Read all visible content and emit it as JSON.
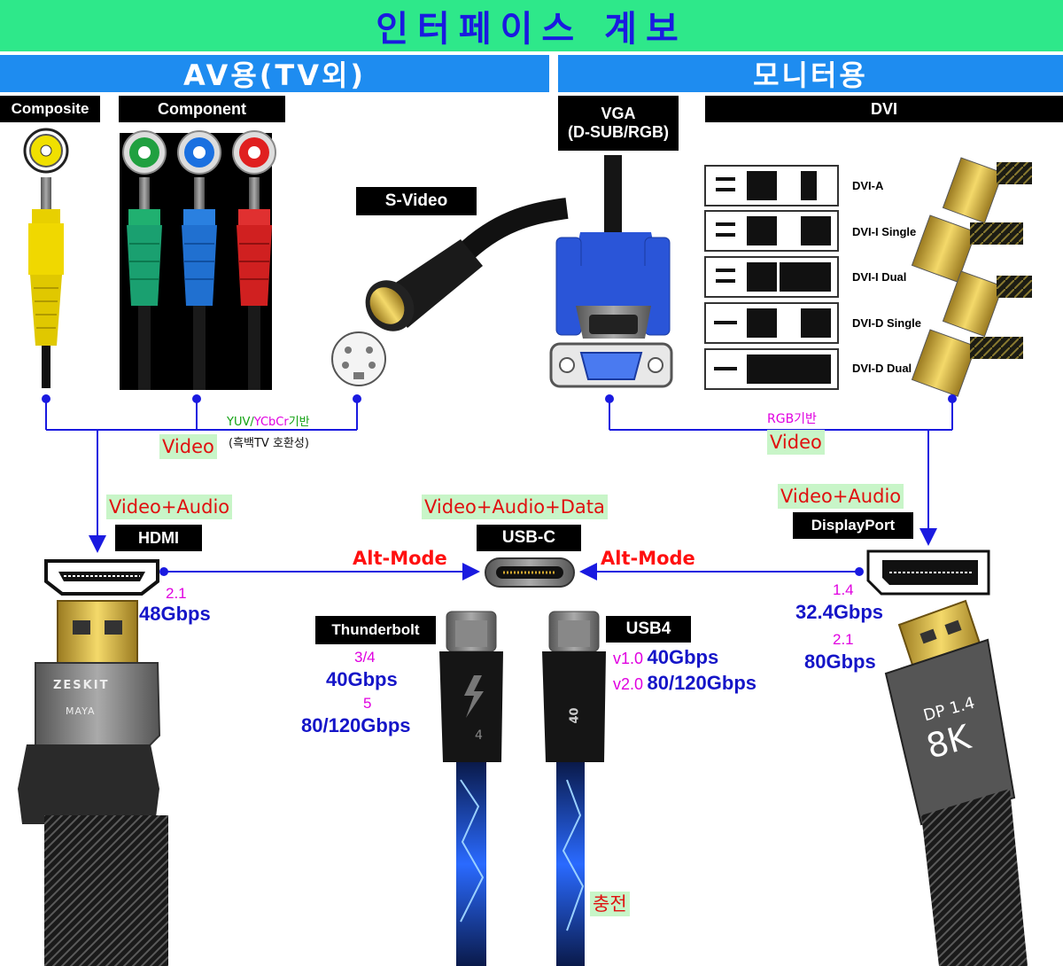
{
  "title": "인터페이스 계보",
  "sections": {
    "av": "AV용(TV외)",
    "monitor": "모니터용"
  },
  "labels": {
    "composite": "Composite",
    "component": "Component",
    "svideo": "S-Video",
    "vga": "VGA",
    "vga_sub": "(D-SUB/RGB)",
    "dvi": "DVI",
    "hdmi": "HDMI",
    "usbc": "USB-C",
    "displayport": "DisplayPort",
    "thunderbolt": "Thunderbolt",
    "usb4": "USB4"
  },
  "dvi_types": [
    "DVI-A",
    "DVI-I Single",
    "DVI-I Dual",
    "DVI-D Single",
    "DVI-D Dual"
  ],
  "annotations": {
    "yuv_a": "YUV/",
    "yuv_b": "YCbCr",
    "yuv_c": "기반",
    "bw_compat": "(흑백TV 호환성)",
    "video_left": "Video",
    "rgb_base": "RGB기반",
    "video_right": "Video",
    "va_left": "Video+Audio",
    "vad_center": "Video+Audio+Data",
    "va_right": "Video+Audio",
    "altmode_left": "Alt-Mode",
    "altmode_right": "Alt-Mode",
    "charging": "충전"
  },
  "specs": {
    "hdmi_ver": "2.1",
    "hdmi_speed": "48Gbps",
    "dp_ver1": "1.4",
    "dp_speed1": "32.4Gbps",
    "dp_ver2": "2.1",
    "dp_speed2": "80Gbps",
    "tb_ver1": "3/4",
    "tb_speed1": "40Gbps",
    "tb_ver2": "5",
    "tb_speed2": "80/120Gbps",
    "usb4_ver1": "v1.0",
    "usb4_speed1": "40Gbps",
    "usb4_ver2": "v2.0",
    "usb4_speed2": "80/120Gbps"
  },
  "cable_text": {
    "hdmi_brand": "ZESKIT",
    "hdmi_model": "MAYA",
    "dp_text1": "DP 1.4",
    "dp_text2": "8K",
    "tb_mark": "4",
    "usb4_mark": "40"
  },
  "colors": {
    "banner": "#2ee88a",
    "section": "#1e8cf0",
    "title_text": "#1a1ae0",
    "line": "#1a1ae0",
    "tag_bg": "#c8f5c8",
    "red": "#ff1010",
    "magenta": "#e000e0",
    "navy": "#1515c8"
  }
}
